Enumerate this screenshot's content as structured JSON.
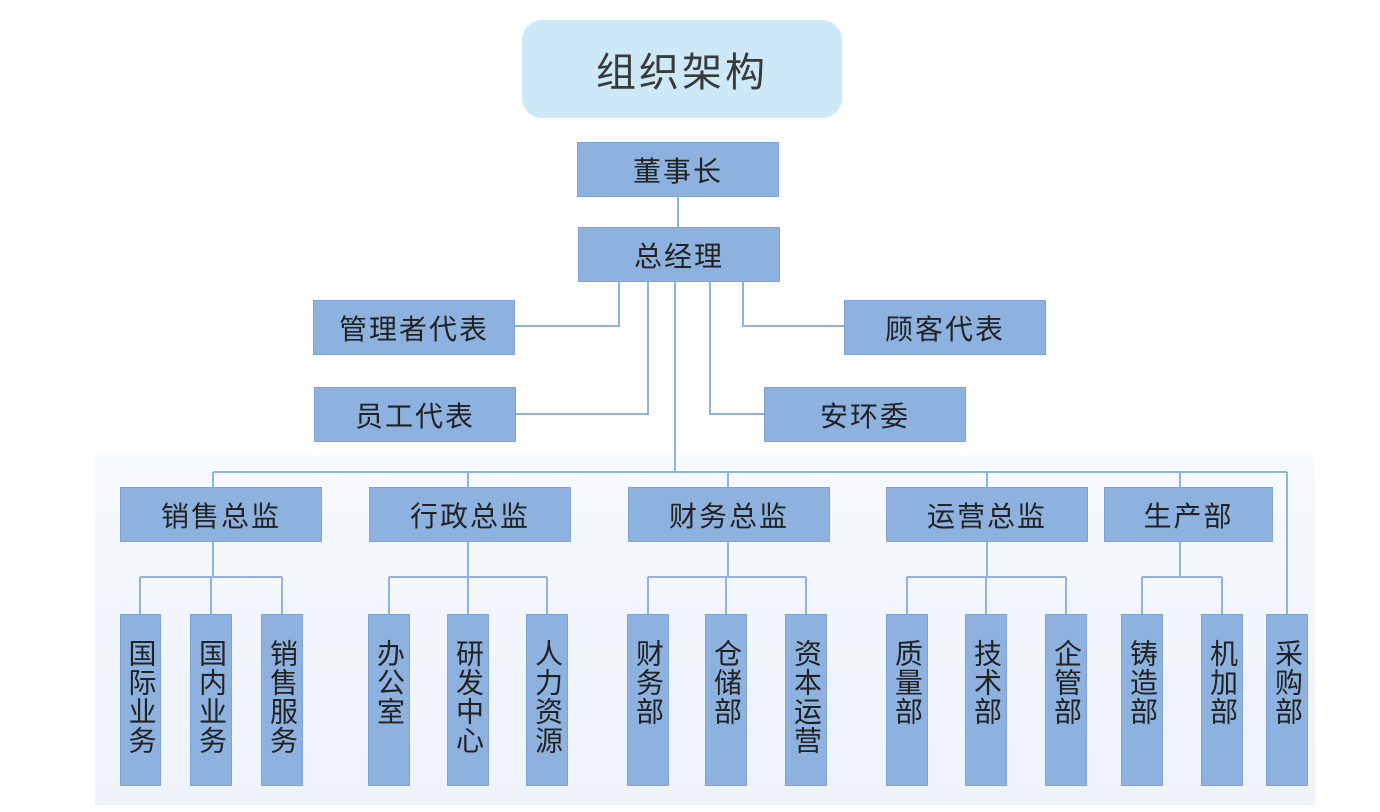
{
  "title": "组织架构",
  "chairman": "董事长",
  "gm": "总经理",
  "mgmt_rep": "管理者代表",
  "employee_rep": "员工代表",
  "customer_rep": "顾客代表",
  "safety_committee": "安环委",
  "directors": [
    {
      "label": "销售总监",
      "departments": [
        "国际业务",
        "国内业务",
        "销售服务"
      ]
    },
    {
      "label": "行政总监",
      "departments": [
        "办公室",
        "研发中心",
        "人力资源"
      ]
    },
    {
      "label": "财务总监",
      "departments": [
        "财务部",
        "仓储部",
        "资本运营"
      ]
    },
    {
      "label": "运营总监",
      "departments": [
        "质量部",
        "技术部",
        "企管部"
      ]
    },
    {
      "label": "生产部",
      "departments": [
        "铸造部",
        "机加部"
      ]
    }
  ],
  "purchasing": "采购部",
  "colors": {
    "box": "#8eb2df",
    "box_border": "#7fa4d4",
    "line": "#8fb3dd",
    "title_bg": "#cde9f8"
  }
}
